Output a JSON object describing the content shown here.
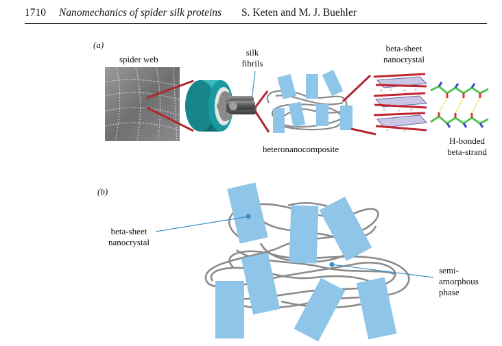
{
  "header": {
    "page_number": "1710",
    "running_title": "Nanomechanics of spider silk proteins",
    "authors": "S. Keten and M. J. Buehler"
  },
  "figure": {
    "panel_a": {
      "tag": "(a)",
      "spider_web": "spider web",
      "silk_fibrils_1": "silk",
      "silk_fibrils_2": "fibrils",
      "nanocrystal_1": "beta-sheet",
      "nanocrystal_2": "nanocrystal",
      "composite": "heteronanocomposite",
      "strand_1": "H-bonded",
      "strand_2": "beta-strand"
    },
    "panel_b": {
      "tag": "(b)",
      "crystal_1": "beta-sheet",
      "crystal_2": "nanocrystal",
      "phase_1": "semi-",
      "phase_2": "amorphous",
      "phase_3": "phase"
    }
  },
  "colors": {
    "crystal_blue": "#8ec5e8",
    "amorphous_gray": "#8a8a8a",
    "zoom_line_red": "#b0242f",
    "leader_line_blue": "#3f8fc7",
    "teal_cylinder": "#1a9aa0"
  }
}
